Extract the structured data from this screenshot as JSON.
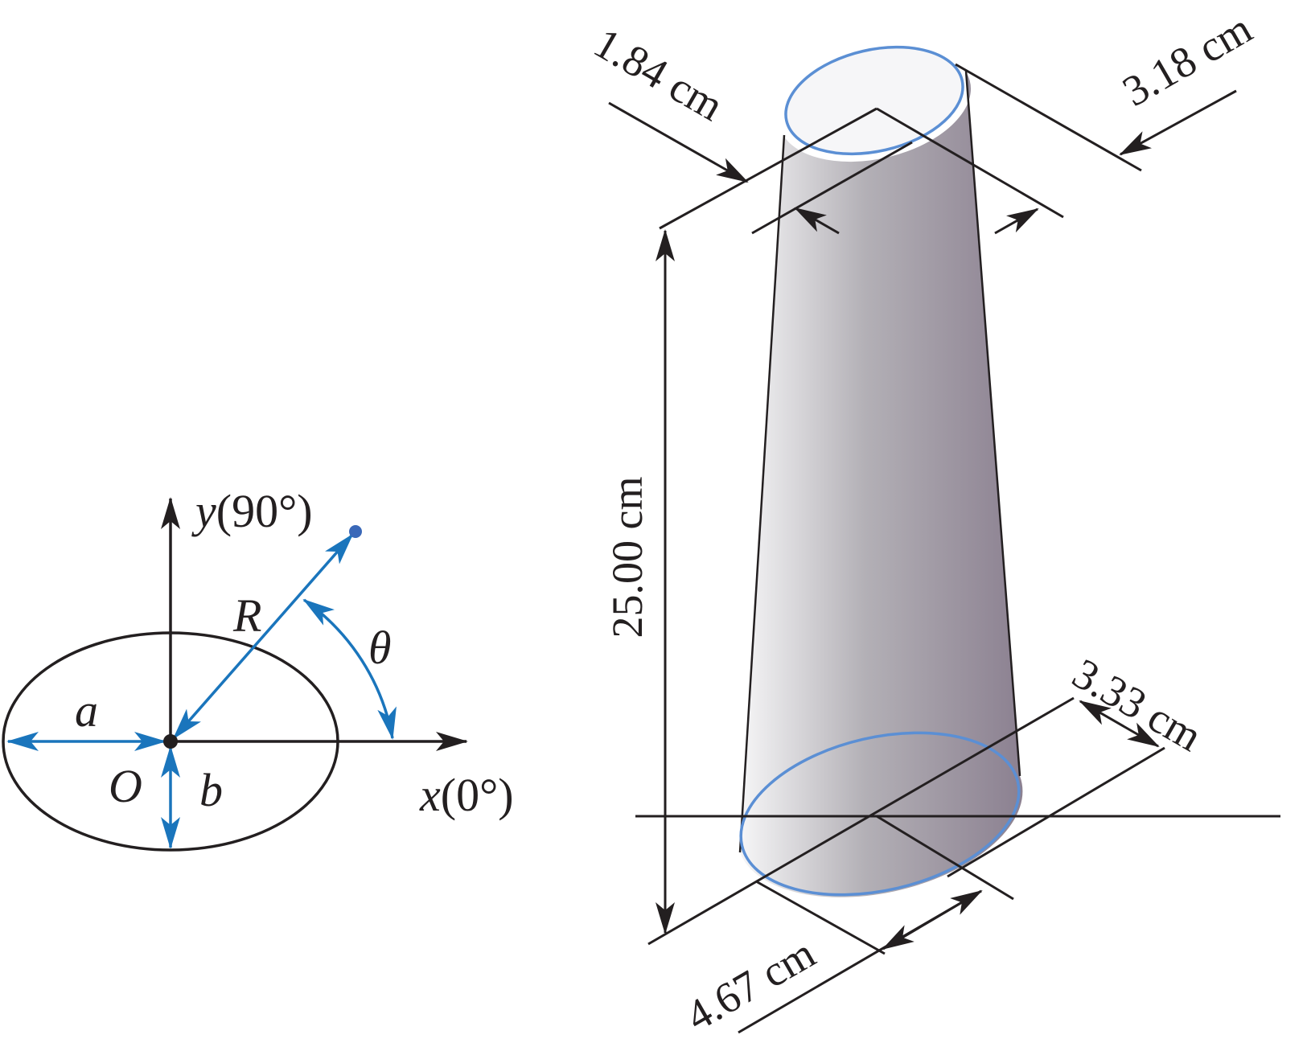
{
  "colors": {
    "ink": "#231f20",
    "accent": "#1a75bc",
    "rim": "#5b8fd4",
    "cone_light": "#f7f7f8",
    "cone_mid": "#b3b0b6",
    "cone_dark": "#8c8191"
  },
  "left_diagram": {
    "y_axis_var": "y",
    "y_axis_angle": "(90°)",
    "x_axis_var": "x",
    "x_axis_angle": "(0°)",
    "origin_label": "O",
    "semi_major_label": "a",
    "semi_minor_label": "b",
    "radius_label": "R",
    "angle_label": "θ"
  },
  "right_diagram": {
    "top_minor_dim": "1.84 cm",
    "top_major_dim": "3.18 cm",
    "height_dim": "25.00 cm",
    "bottom_minor_dim": "3.33 cm",
    "bottom_major_dim": "4.67 cm"
  }
}
